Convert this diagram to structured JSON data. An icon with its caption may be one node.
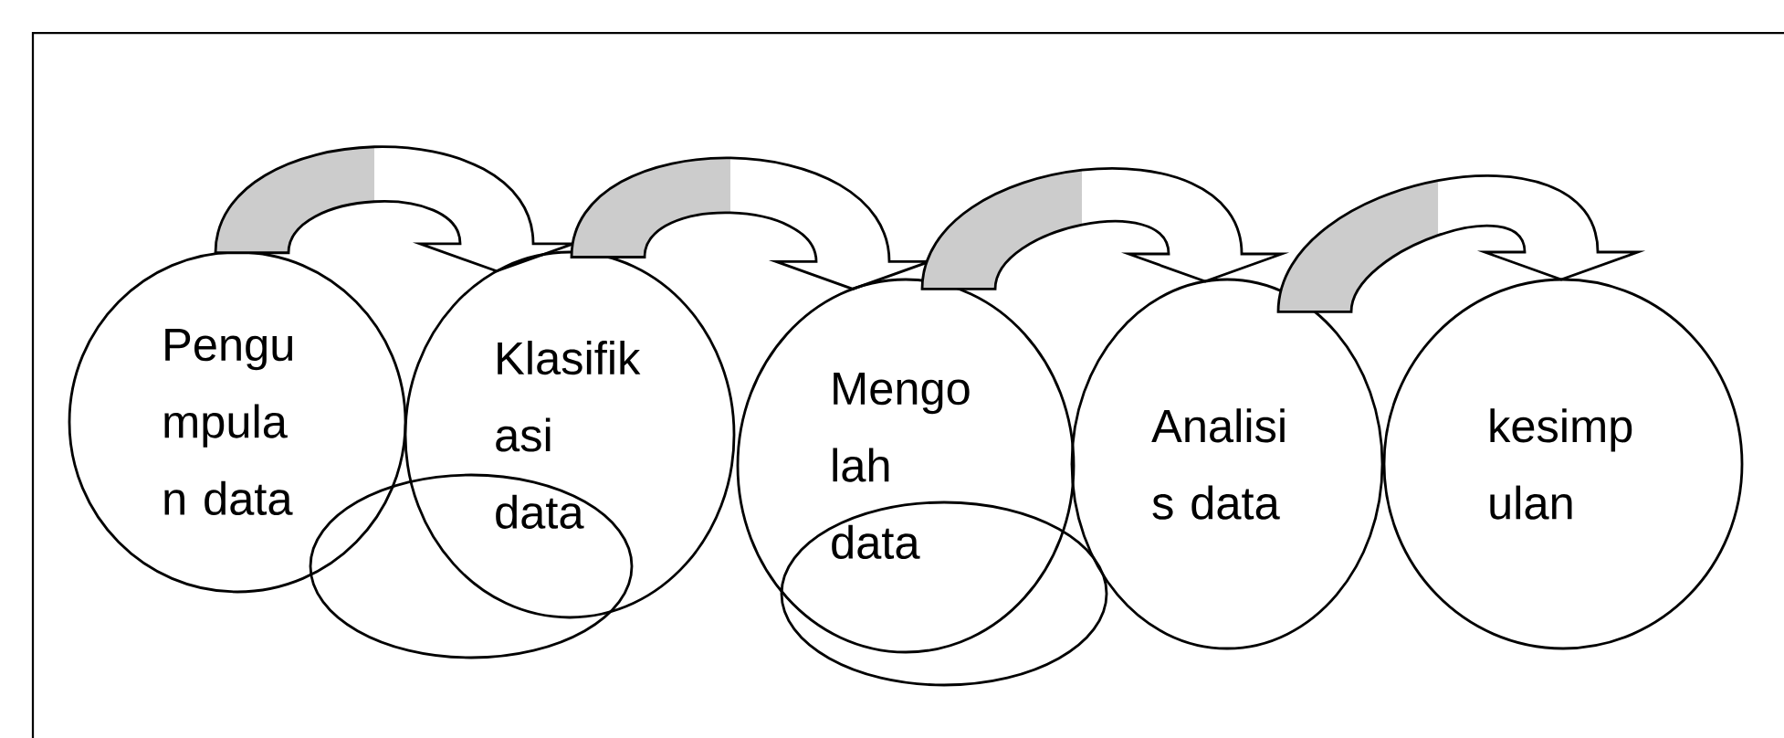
{
  "diagram": {
    "nodes": [
      {
        "text": [
          "Pengu mpula n data"
        ]
      },
      {
        "text": [
          "Klasifik asi data"
        ]
      },
      {
        "text": [],
        "shape": "ellipse"
      },
      {
        "text": [
          "Mengo lah data"
        ]
      },
      {
        "text": [],
        "shape": "ellipse"
      },
      {
        "text": [
          "Analisi s data"
        ]
      },
      {
        "text": [
          "kesimp ulan"
        ]
      }
    ],
    "edges": [
      {
        "from": 0,
        "to": 1,
        "arrow": "to"
      },
      {
        "from": 1,
        "to": 3,
        "arrow": "to"
      },
      {
        "from": 3,
        "to": 5,
        "arrow": "to"
      },
      {
        "from": 5,
        "to": 6,
        "arrow": "to"
      }
    ]
  }
}
